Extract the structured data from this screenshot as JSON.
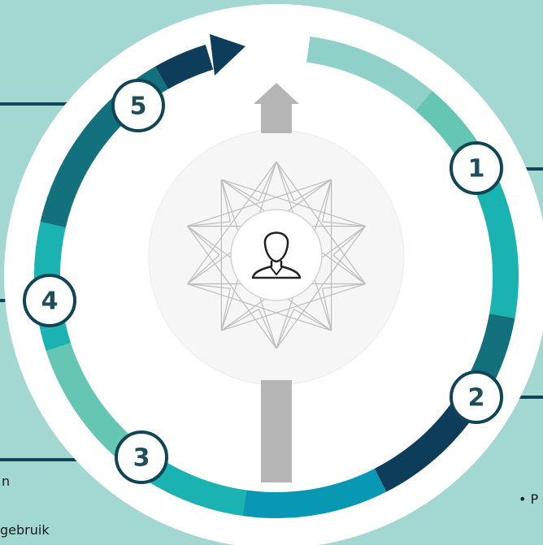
{
  "steps": [
    {
      "number": "1"
    },
    {
      "number": "2"
    },
    {
      "number": "3"
    },
    {
      "number": "4"
    },
    {
      "number": "5"
    }
  ],
  "fragments": {
    "left_top": "n",
    "left_bottom": "gebruik",
    "right_bullet": "• P"
  },
  "colors": {
    "background": "#a3d7d2",
    "ring_light_teal": "#8fd1c9",
    "ring_mint": "#66c6b4",
    "ring_teal": "#1ab3b1",
    "ring_dark_teal": "#13707d",
    "ring_navy": "#0d3d5a",
    "ring_blue": "#0898b4",
    "connector": "#0f4556",
    "arrow_gray": "#b5b5b5"
  },
  "icons": {
    "center": "person-icon",
    "emblem": "star-network-icon"
  }
}
